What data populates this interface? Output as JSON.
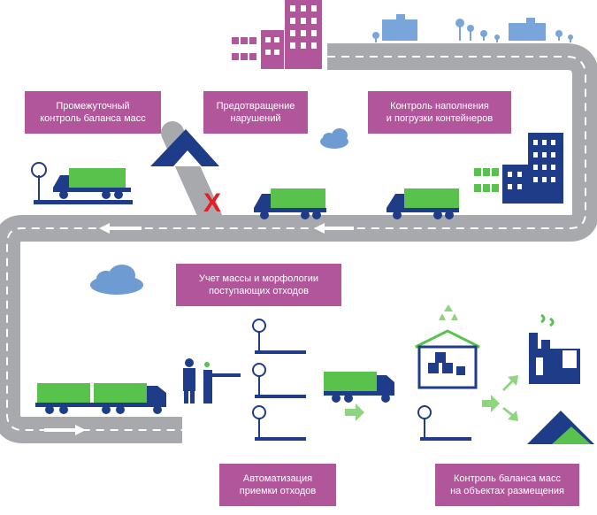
{
  "colors": {
    "label_bg": "#B2569B",
    "road": "#A7A9AC",
    "road_marking": "#FFFFFF",
    "navy": "#1F3C88",
    "green": "#59C24C",
    "green_light": "#8ED57F",
    "cloud": "#6E9BD1",
    "skyline": "#7AA5DA",
    "building_purple": "#B2569B",
    "red_x": "#E31E24"
  },
  "icons": [
    "city-buildings-icon",
    "landfill-mountain-icon",
    "truck-icon",
    "scale-icon",
    "barrier-guard-icon",
    "recycling-warehouse-icon",
    "factory-icon",
    "cloud-icon",
    "waste-bin-icon"
  ],
  "labels": {
    "intermediate": "Промежуточный\nконтроль баланса масс",
    "prevention": "Предотвращение\nнарушений",
    "fill_control": "Контроль наполнения\nи погрузки контейнеров",
    "mass_accounting": "Учет массы и морфологии\nпоступающих отходов",
    "automation": "Автоматизация\nприемки отходов",
    "placement_balance": "Контроль баланса масс\nна объектах размещения"
  },
  "violation_mark": "X"
}
